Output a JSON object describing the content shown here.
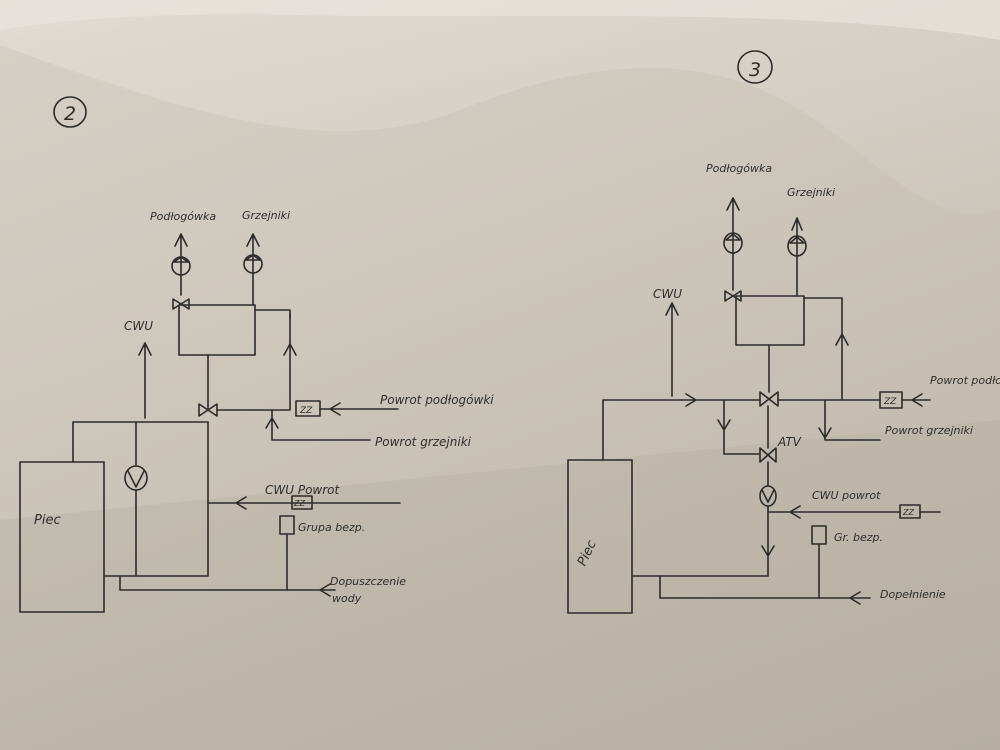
{
  "diagrams": [
    {
      "number": "2",
      "labels": {
        "podlogowka": "Podłogówka",
        "grzejniki": "Grzejniki",
        "cwu": "CWU",
        "powrot_podlogowki": "Powrot podłogówki",
        "powrot_grzejniki": "Powrot grzejniki",
        "cwu_powrot": "CWU Powrot",
        "grupa_bezp": "Grupa bezp.",
        "dopuszczenie_wody_1": "Dopuszczenie",
        "dopuszczenie_wody_2": "wody",
        "piec": "Piec",
        "zz": "ZZ",
        "zz_cwu": "ZZ"
      }
    },
    {
      "number": "3",
      "labels": {
        "podlogowka": "Podłogówka",
        "grzejniki": "Grzejniki",
        "cwu": "CWU",
        "powrot_podlogowki": "Powrot podłogówki",
        "powrot_grzejniki": "Powrot grzejniki",
        "atv": "ATV",
        "cwu_powrot": "CWU powrot",
        "gr_bezp": "Gr. bezp.",
        "dopelnienie": "Dopełnienie",
        "piec": "Piec",
        "zz": "ZZ",
        "zz_cwu": "ZZ"
      }
    }
  ]
}
